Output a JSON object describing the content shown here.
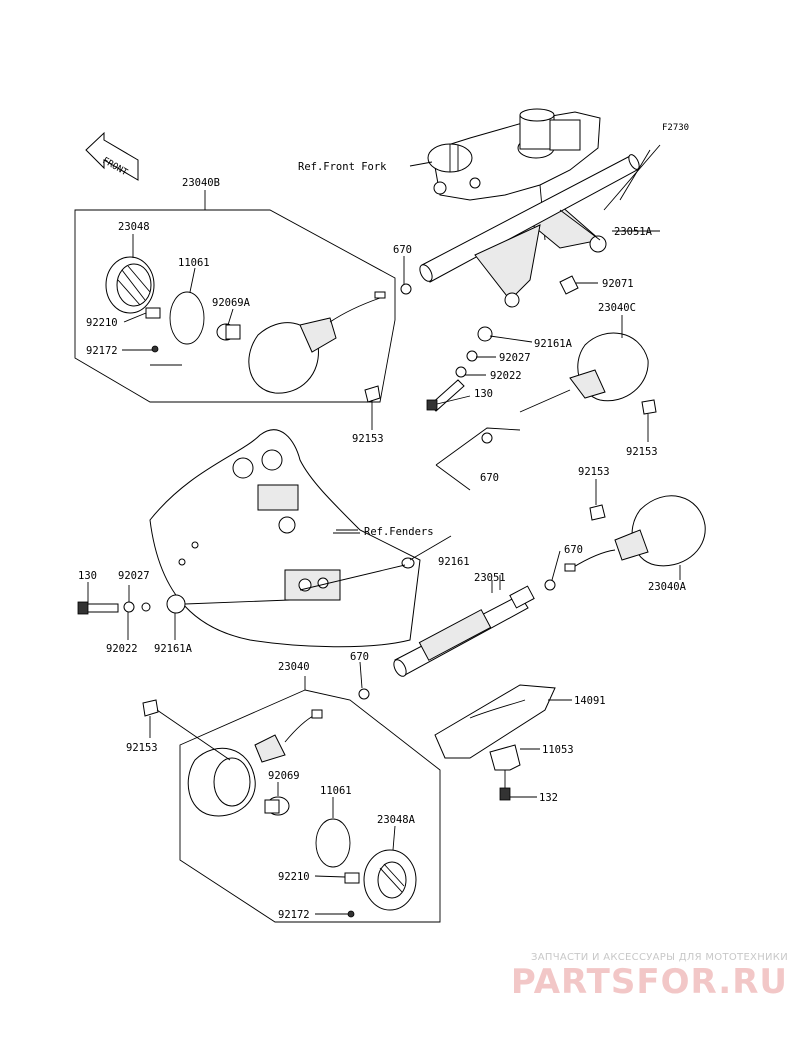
{
  "figure_code": "F2730",
  "front_arrow": "FRONT",
  "refs": {
    "front_fork": "Ref.Front Fork",
    "fenders": "Ref.Fenders"
  },
  "parts": {
    "p23040B": "23040B",
    "p23048": "23048",
    "p11061_a": "11061",
    "p92069A": "92069A",
    "p92210_a": "92210",
    "p92172_a": "92172",
    "p670_a": "670",
    "p92153_a": "92153",
    "p23051A": "23051A",
    "p92071": "92071",
    "p23040C": "23040C",
    "p92161A_a": "92161A",
    "p92027_a": "92027",
    "p92022_a": "92022",
    "p130_a": "130",
    "p92153_b": "92153",
    "p670_b": "670",
    "p92153_c": "92153",
    "p670_c": "670",
    "p23040A": "23040A",
    "p92161": "92161",
    "p23051": "23051",
    "p130_b": "130",
    "p92027_b": "92027",
    "p92022_b": "92022",
    "p92161A_b": "92161A",
    "p23040": "23040",
    "p670_d": "670",
    "p14091": "14091",
    "p92153_d": "92153",
    "p11053": "11053",
    "p92069": "92069",
    "p132": "132",
    "p11061_b": "11061",
    "p23048A": "23048A",
    "p92210_b": "92210",
    "p92172_b": "92172"
  },
  "watermark": {
    "tagline": "ЗАПЧАСТИ И АКСЕССУАРЫ ДЛЯ МОТОТЕХНИКИ",
    "logo": "PARTSFOR.RU"
  }
}
